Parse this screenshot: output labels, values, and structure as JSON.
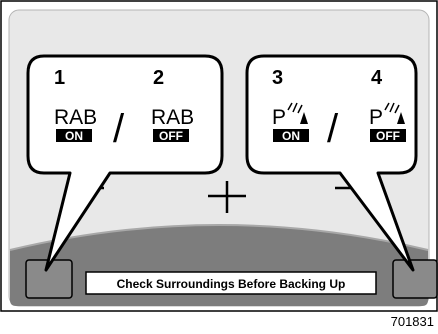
{
  "figure_id": "701831",
  "warning_banner": "Check Surroundings Before Backing Up",
  "callouts": [
    {
      "group": "rab",
      "items": [
        {
          "number": "1",
          "label": "RAB",
          "badge": "ON"
        },
        {
          "number": "2",
          "label": "RAB",
          "badge": "OFF"
        }
      ],
      "separator": "/"
    },
    {
      "group": "parking-sensor",
      "items": [
        {
          "number": "3",
          "label": "P",
          "badge": "ON",
          "icon": "parking-sensor-icon"
        },
        {
          "number": "4",
          "label": "P",
          "badge": "OFF",
          "icon": "parking-sensor-icon"
        }
      ],
      "separator": "/"
    }
  ],
  "center_symbol": "+",
  "colors": {
    "panel_bg": "#e8e8e8",
    "dark_band": "#7a7a7a",
    "indicator_fill": "#8a8a8a",
    "badge_bg": "#000000"
  }
}
